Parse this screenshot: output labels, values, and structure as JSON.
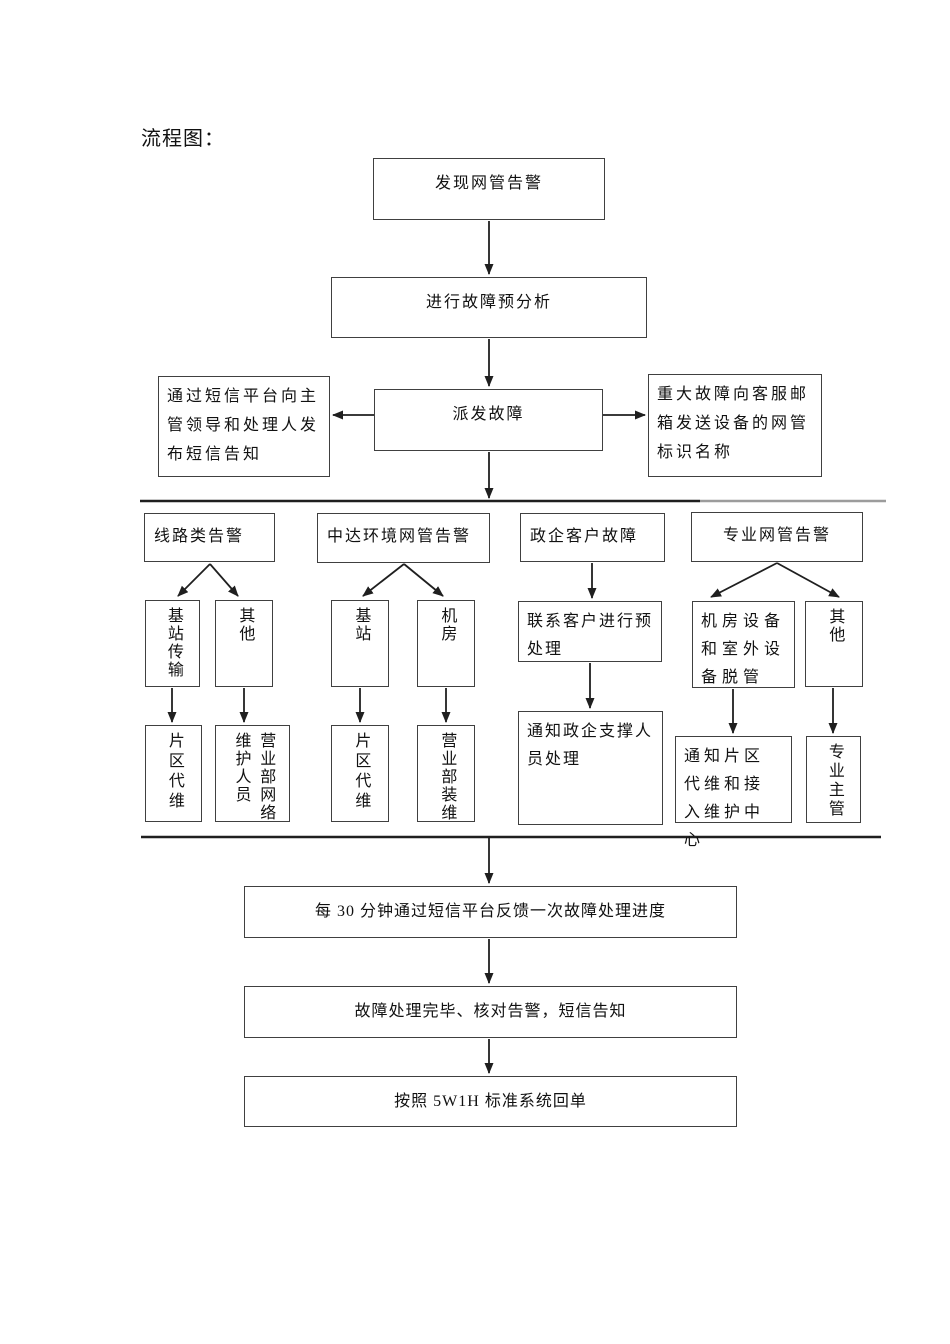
{
  "title": "流程图：",
  "nodes": {
    "discover": "发现网管告警",
    "preanalysis": "进行故障预分析",
    "dispatch": "派发故障",
    "sms_notify": "通过短信平台向主管领导和处理人发布短信告知",
    "major_fault": "重大故障向客服邮箱发送设备的网管标识名称",
    "feedback": "每 30 分钟通过短信平台反馈一次故障处理进度",
    "complete": "故障处理完毕、核对告警，短信告知",
    "closeout": "按照 5W1H 标准系统回单"
  },
  "branches": [
    {
      "header": "线路类告警",
      "children": [
        "基站传输",
        "其他"
      ],
      "targets": [
        "片区代维",
        "营业部网络维护人员"
      ]
    },
    {
      "header": "中达环境网管告警",
      "children": [
        "基站",
        "机房"
      ],
      "targets": [
        "片区代维",
        "营业部装维"
      ]
    },
    {
      "header": "政企客户故障",
      "children": [
        "联系客户进行预处理"
      ],
      "targets": [
        "通知政企支撑人员处理"
      ]
    },
    {
      "header": "专业网管告警",
      "children": [
        "机房设备和室外设备脱管",
        "其他"
      ],
      "targets": [
        "通知片区代维和接入维护中心",
        "专业主管"
      ]
    }
  ],
  "colors": {
    "line": "#1f1f1f",
    "box_border": "#404040",
    "separator_dark": "#2e2e2e",
    "separator_gray": "#9c9c9c",
    "background": "#ffffff"
  }
}
